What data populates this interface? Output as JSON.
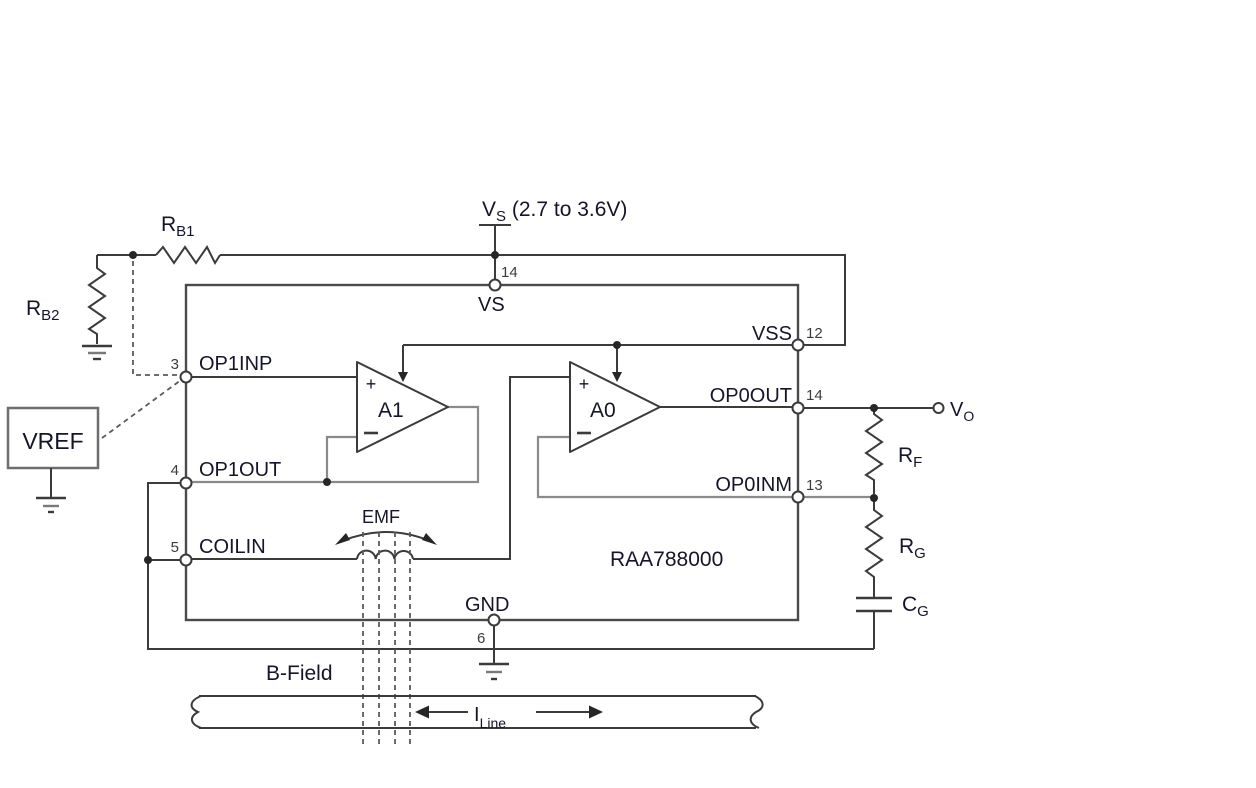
{
  "colors": {
    "line": "#3b3b3b",
    "gray_wire": "#8a8a8a",
    "text": "#15152a",
    "background": "#ffffff"
  },
  "supply": {
    "v": "V",
    "sub": "S",
    "range": " (2.7 to 3.6V)"
  },
  "resistors": {
    "rb1": {
      "m": "R",
      "s": "B1"
    },
    "rb2": {
      "m": "R",
      "s": "B2"
    },
    "rf": {
      "m": "R",
      "s": "F"
    },
    "rg": {
      "m": "R",
      "s": "G"
    }
  },
  "capacitors": {
    "cg": {
      "m": "C",
      "s": "G"
    }
  },
  "vref": {
    "label": "VREF"
  },
  "chip": {
    "name": "RAA788000",
    "amp1": "A1",
    "amp0": "A0",
    "plus": "+",
    "pins": {
      "vs": {
        "num": "14",
        "label": "VS"
      },
      "vss": {
        "num": "12",
        "label": "VSS"
      },
      "op1inp": {
        "num": "3",
        "label": "OP1INP"
      },
      "op1out": {
        "num": "4",
        "label": "OP1OUT"
      },
      "coilin": {
        "num": "5",
        "label": "COILIN"
      },
      "gnd": {
        "num": "6",
        "label": "GND"
      },
      "op0out": {
        "num": "14",
        "label": "OP0OUT"
      },
      "op0inm": {
        "num": "13",
        "label": "OP0INM"
      }
    }
  },
  "output": {
    "m": "V",
    "s": "O"
  },
  "field": {
    "emf": "EMF",
    "bfield": "B-Field",
    "iline": {
      "m": "I",
      "s": "Line"
    }
  }
}
